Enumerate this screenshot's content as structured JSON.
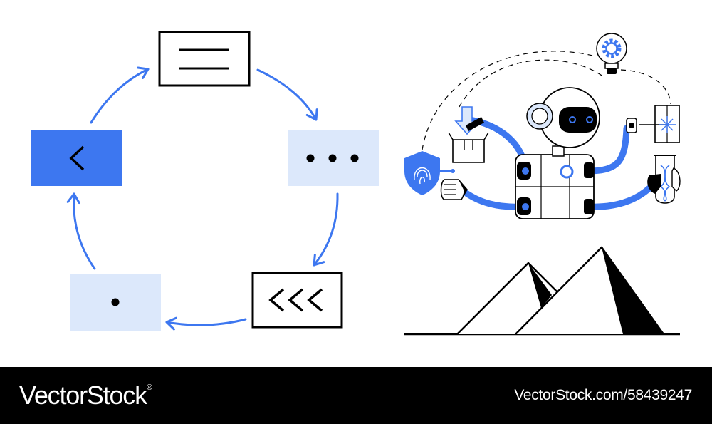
{
  "colors": {
    "accent": "#3d77f0",
    "light": "#dce8fb",
    "ink": "#000000",
    "background": "#ffffff"
  },
  "cycle": {
    "nodes": [
      {
        "icon": "menu-lines-icon",
        "style": "outlined"
      },
      {
        "icon": "ellipsis-icon",
        "style": "light"
      },
      {
        "icon": "triple-chevron-left-icon",
        "style": "outlined"
      },
      {
        "icon": "dot-icon",
        "style": "light"
      },
      {
        "icon": "chevron-left-icon",
        "style": "filled"
      }
    ]
  },
  "illustration": {
    "elements": [
      "robot",
      "shield-fingerprint-icon",
      "download-box-icon",
      "lightbulb-gear-icon",
      "laser-device-icon",
      "dna-test-tube-icon",
      "pyramids"
    ]
  },
  "footer": {
    "brand": "VectorStock",
    "brand_registered_mark": "®",
    "url": "VectorStock.com/58439247"
  }
}
